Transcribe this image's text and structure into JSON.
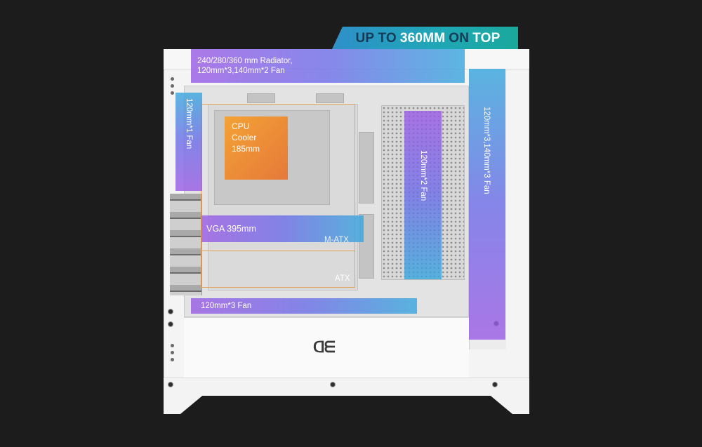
{
  "banner": {
    "part1": "UP TO",
    "part2": "360MM",
    "part3": "ON",
    "part4": "TOP"
  },
  "labels": {
    "top_radiator_line1": "240/280/360 mm Radiator,",
    "top_radiator_line2": "120mm*3,140mm*2 Fan",
    "rear_fan": "120mm*1 Fan",
    "front_fan": "120mm*3,140mm*3 Fan",
    "middle_fan": "120mm*2 Fan",
    "bottom_fan": "120mm*3 Fan",
    "vga": "VGA 395mm",
    "cpu_line1": "CPU",
    "cpu_line2": "Cooler",
    "cpu_line3": "185mm",
    "matx": "M-ATX",
    "atx": "ATX"
  },
  "brand": {
    "logo_glyph": "ᗡᗴ"
  },
  "colors": {
    "background": "#1c1c1c",
    "banner_accent": "#1fa7b7",
    "zone_purple": "#9b5de5",
    "zone_blue": "#3aa8dd",
    "cpu_orange": "#f4a235",
    "board_outline": "#e4a35a",
    "case_white": "#f4f4f4"
  }
}
